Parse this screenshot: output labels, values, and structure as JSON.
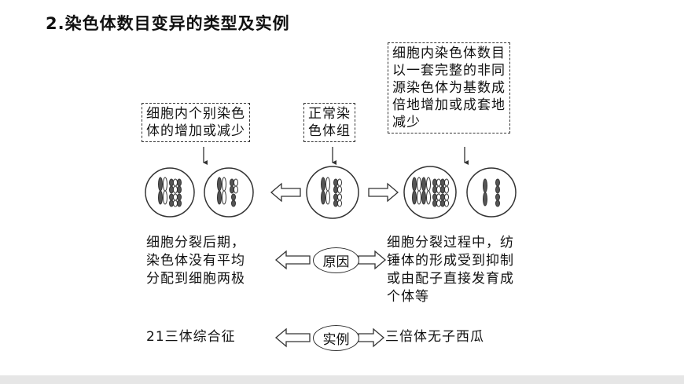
{
  "title": "2.染色体数目变异的类型及实例",
  "boxes": {
    "individual": "细胞内个别染色\n体的增加或减少",
    "normal": "正常染\n色体组",
    "set": "细胞内染色体数目\n以一套完整的非同\n源染色体为基数成\n倍地增加或成套地\n减少"
  },
  "cause": {
    "label": "原因",
    "left": "细胞分裂后期，\n染色体没有平均\n分配到细胞两极",
    "right": "细胞分裂过程中，纺\n锤体的形成受到抑制\n或由配子直接发育成\n个体等"
  },
  "example": {
    "label": "实例",
    "left": "21三体综合征",
    "right": "三倍体无子西瓜"
  }
}
